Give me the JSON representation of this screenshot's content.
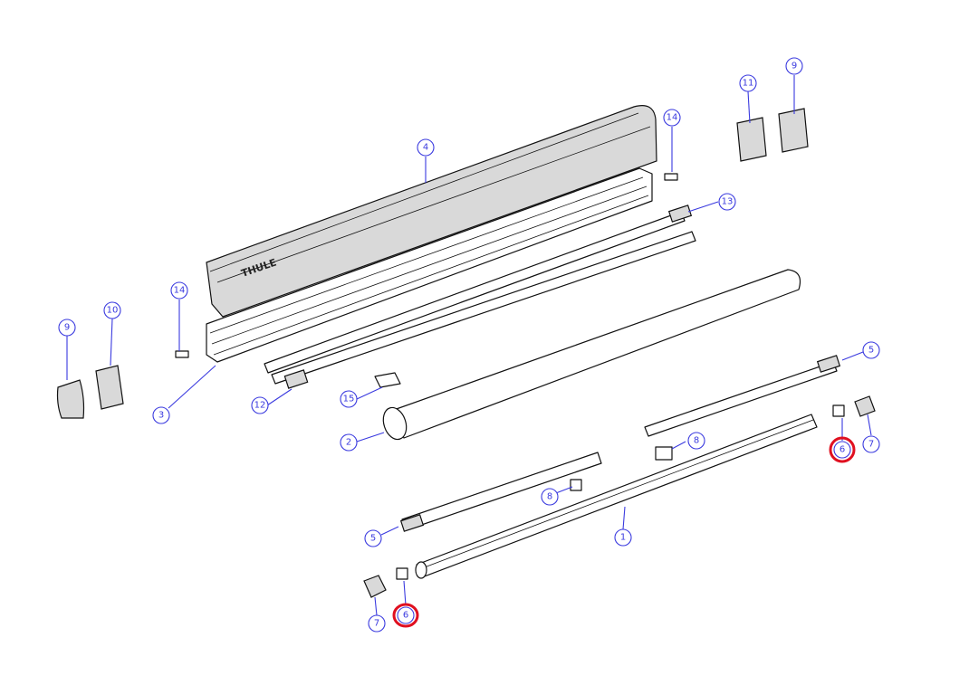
{
  "diagram": {
    "brand_label": "THULE",
    "callouts": [
      {
        "id": "c1",
        "label": "1"
      },
      {
        "id": "c2",
        "label": "2"
      },
      {
        "id": "c3",
        "label": "3"
      },
      {
        "id": "c4",
        "label": "4"
      },
      {
        "id": "c5a",
        "label": "5"
      },
      {
        "id": "c5b",
        "label": "5"
      },
      {
        "id": "c6a",
        "label": "6",
        "highlighted": true
      },
      {
        "id": "c6b",
        "label": "6",
        "highlighted": true
      },
      {
        "id": "c7a",
        "label": "7"
      },
      {
        "id": "c7b",
        "label": "7"
      },
      {
        "id": "c8a",
        "label": "8"
      },
      {
        "id": "c8b",
        "label": "8"
      },
      {
        "id": "c9a",
        "label": "9"
      },
      {
        "id": "c9b",
        "label": "9"
      },
      {
        "id": "c10",
        "label": "10"
      },
      {
        "id": "c11",
        "label": "11"
      },
      {
        "id": "c12",
        "label": "12"
      },
      {
        "id": "c13",
        "label": "13"
      },
      {
        "id": "c14a",
        "label": "14"
      },
      {
        "id": "c14b",
        "label": "14"
      },
      {
        "id": "c15",
        "label": "15"
      }
    ],
    "colors": {
      "callout": "#3a3adf",
      "highlight": "#e01020",
      "line": "#111111"
    }
  }
}
